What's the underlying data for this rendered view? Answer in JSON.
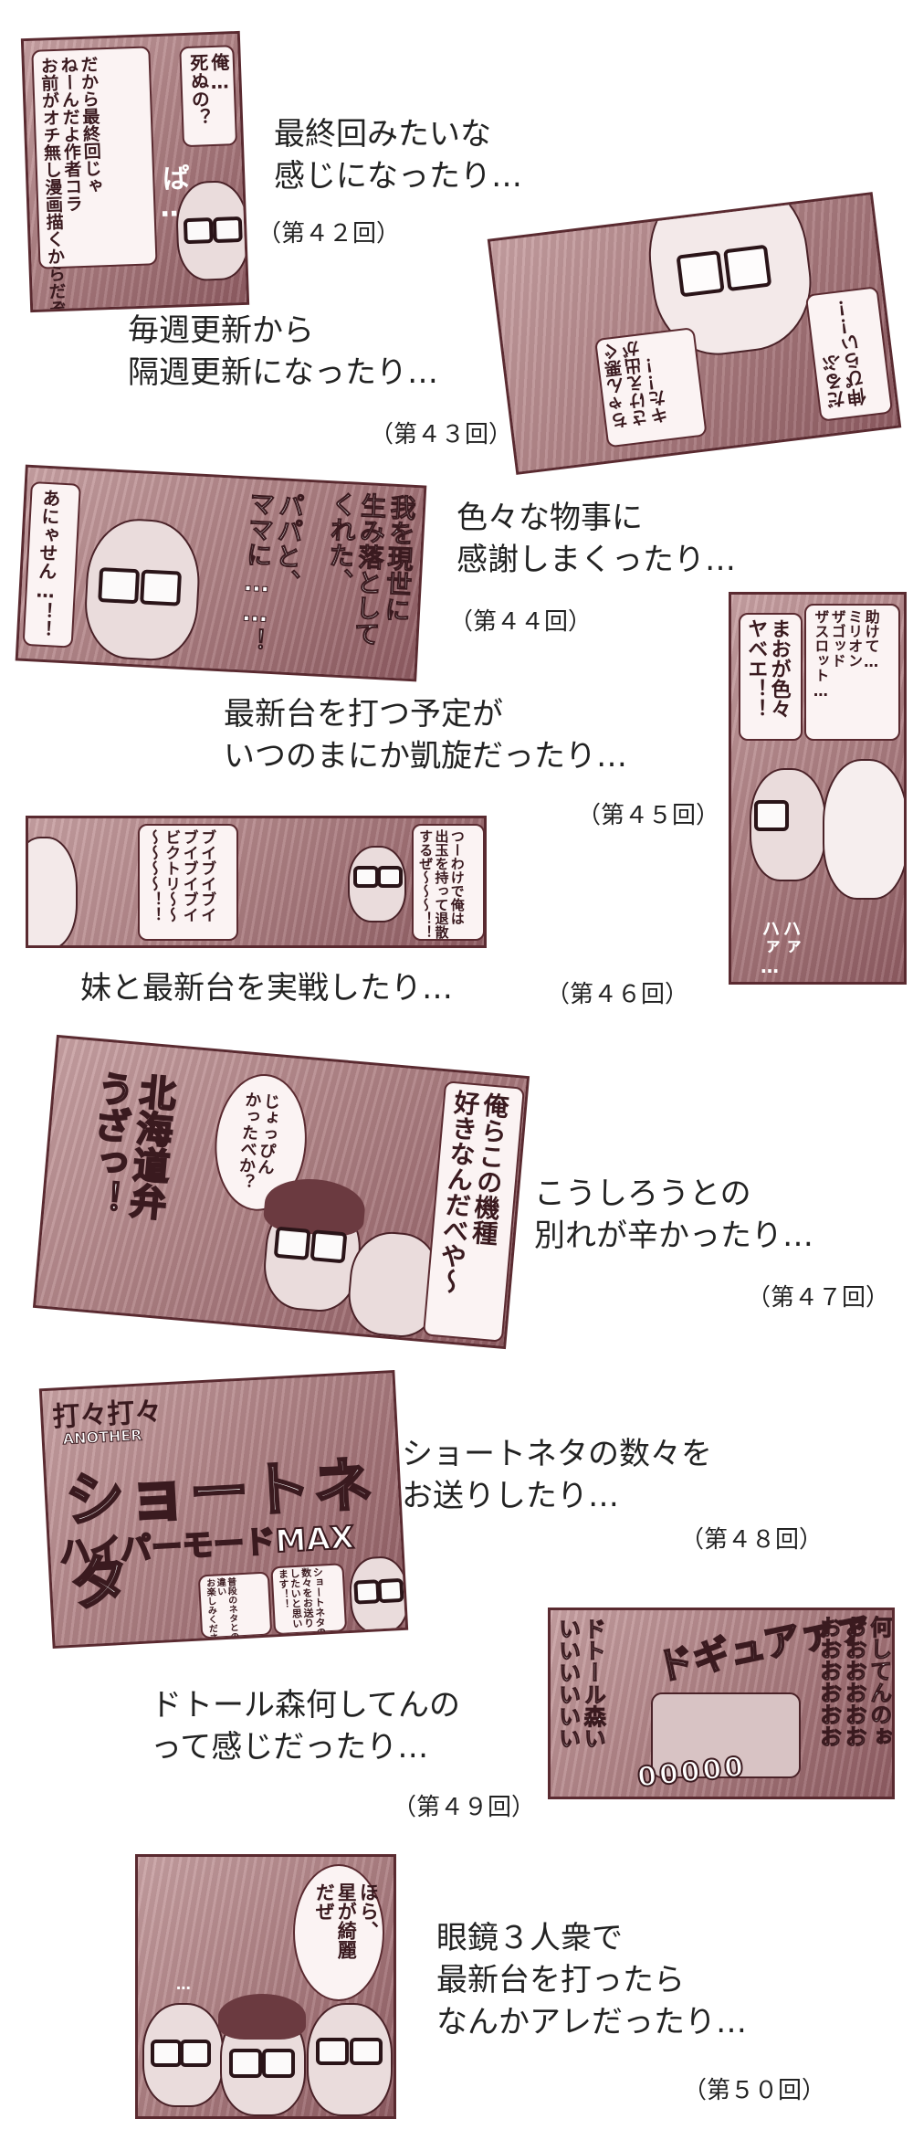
{
  "items": [
    {
      "caption": [
        "最終回みたいな",
        "感じになったり…"
      ],
      "episode": "（第４２回）",
      "panel_text": [
        "俺…\n死ぬの？",
        "だから最終回じゃ\nねーんだよ作者コラ\nお前がオチ無し漫画描くからだぞ",
        "ぱ…"
      ]
    },
    {
      "caption": [
        "毎週更新から",
        "隔週更新になったり…"
      ],
      "episode": "（第４３回）",
      "panel_text": [
        "だるぶ\n伸ぴらい！！",
        "ちゃん悪ぐ\nさけえ出が\nキた！！"
      ]
    },
    {
      "caption": [
        "色々な物事に",
        "感謝しまくったり…"
      ],
      "episode": "（第４４回）",
      "panel_text": [
        "我を現世に\n生み落として\nくれた、",
        "パパと、\nママに……！",
        "あにゃせん…！！"
      ]
    },
    {
      "caption": [
        "最新台を打つ予定が",
        "いつのまにか凱旋だったり…"
      ],
      "episode": "（第４５回）",
      "panel_text": [
        "助けて…\nミリオン\nザゴッド\nザスロット…",
        "まおが色々\nヤベエ！！",
        "ハァ\nハァ…"
      ]
    },
    {
      "caption": [
        "妹と最新台を実戦したり…"
      ],
      "episode": "（第４６回）",
      "panel_text": [
        "ブイブイブイ\nブイブイブイ\nビクトリ〜〜\n〜〜〜〜！！",
        "つーわけで俺は\n出玉を持って退散\nするぜ〜〜〜！！"
      ]
    },
    {
      "caption": [
        "こうしろうとの",
        "別れが辛かったり…"
      ],
      "episode": "（第４７回）",
      "panel_text": [
        "北海道弁\nうざっ！",
        "じょっぴん\nかったべか？",
        "俺らこの機種\n好きなんだべや〜"
      ]
    },
    {
      "caption": [
        "ショートネタの数々を",
        "お送りしたり…"
      ],
      "episode": "（第４８回）",
      "panel_text": [
        "打々打々",
        "ANOTHER",
        "ショートネタ",
        "ハイパーモードMAX",
        "ショートネタの\n数々をお送り\nしたいと思い\nます！！",
        "普段のネタとの\n違い\nお楽しみください"
      ]
    },
    {
      "caption": [
        "ドトール森何してんの",
        "って感じだったり…"
      ],
      "episode": "（第４９回）",
      "panel_text": [
        "ドギュアァァァ",
        "ドトール森い\nいいいいいい",
        "何してんのぉ\nおおおおおお\nおおおおおお",
        "00000"
      ]
    },
    {
      "caption": [
        "眼鏡３人衆で",
        "最新台を打ったら",
        "なんかアレだったり…"
      ],
      "episode": "（第５０回）",
      "panel_text": [
        "ほら、\n星が綺麗\nだぜ",
        "…"
      ]
    }
  ],
  "colors": {
    "panel_dark": "#5a2a30",
    "panel_mid": "#b08386",
    "paper": "#ffffff"
  }
}
